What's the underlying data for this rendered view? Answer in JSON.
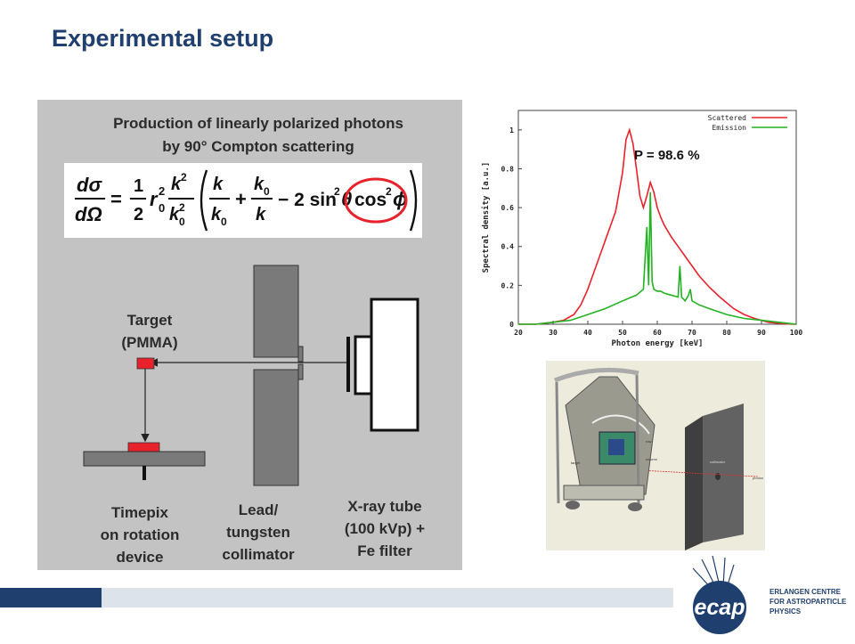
{
  "slide": {
    "title": "Experimental setup"
  },
  "panel": {
    "title_line1": "Production of linearly polarized photons",
    "title_line2": "by 90° Compton scattering",
    "target_label_1": "Target",
    "target_label_2": "(PMMA)",
    "timepix_label_1": "Timepix",
    "timepix_label_2": "on rotation",
    "timepix_label_3": "device",
    "collimator_label_1": "Lead/",
    "collimator_label_2": "tungsten",
    "collimator_label_3": "collimator",
    "tube_label_1": "X-ray tube",
    "tube_label_2": "(100 kVp) +",
    "tube_label_3": "Fe filter"
  },
  "formula": {
    "lhs_num": "dσ",
    "lhs_den": "dΩ",
    "half_num": "1",
    "half_den": "2",
    "r0": "r",
    "r0_sub": "0",
    "sq": "2",
    "k": "k",
    "k0": "k",
    "k0_sub": "0",
    "sin_term": "− 2 sin",
    "theta": "θ",
    "cos_term": "cos",
    "phi": "ϕ",
    "eq": "=",
    "plus": "+",
    "mul_sq": "2",
    "sin_sq": "2",
    "cos_sq": "2",
    "highlight_color": "#e8222b"
  },
  "polarization": {
    "label": "P = 98.6 %"
  },
  "chart_data": {
    "type": "line",
    "title": "",
    "xlabel": "Photon energy [keV]",
    "ylabel": "Spectral density [a.u.]",
    "xlim": [
      20,
      100
    ],
    "ylim": [
      0,
      1.1
    ],
    "x_ticks": [
      "20",
      "30",
      "40",
      "50",
      "60",
      "70",
      "80",
      "90",
      "100"
    ],
    "y_ticks": [
      "0",
      "0.2",
      "0.4",
      "0.6",
      "0.8",
      "1"
    ],
    "legend_position": "top-right",
    "series": [
      {
        "name": "Scattered",
        "color": "#e8222b",
        "x": [
          20,
          25,
          30,
          33,
          36,
          38,
          40,
          42,
          44,
          46,
          48,
          50,
          51,
          52,
          53,
          54,
          55,
          56,
          57,
          58,
          59,
          60,
          61,
          62,
          64,
          66,
          68,
          70,
          72,
          75,
          78,
          80,
          82,
          85,
          88,
          90,
          92,
          95,
          97,
          100
        ],
        "y": [
          0.0,
          0.0,
          0.01,
          0.02,
          0.05,
          0.1,
          0.18,
          0.28,
          0.38,
          0.48,
          0.58,
          0.78,
          0.95,
          1.0,
          0.93,
          0.8,
          0.66,
          0.6,
          0.66,
          0.73,
          0.68,
          0.6,
          0.55,
          0.51,
          0.45,
          0.4,
          0.35,
          0.3,
          0.25,
          0.19,
          0.14,
          0.11,
          0.08,
          0.05,
          0.03,
          0.02,
          0.01,
          0.005,
          0.002,
          0.0
        ]
      },
      {
        "name": "Emission",
        "color": "#22b222",
        "x": [
          20,
          25,
          30,
          35,
          40,
          45,
          50,
          54,
          56,
          57,
          57.5,
          58,
          58.5,
          59,
          60,
          61,
          62,
          64,
          66,
          66.5,
          67,
          67.5,
          68,
          69,
          69.5,
          70,
          72,
          75,
          80,
          85,
          90,
          95,
          100
        ],
        "y": [
          0.0,
          0.0,
          0.01,
          0.02,
          0.05,
          0.08,
          0.12,
          0.15,
          0.18,
          0.5,
          0.2,
          0.68,
          0.22,
          0.18,
          0.17,
          0.17,
          0.16,
          0.15,
          0.14,
          0.3,
          0.14,
          0.13,
          0.12,
          0.15,
          0.18,
          0.12,
          0.1,
          0.08,
          0.05,
          0.03,
          0.02,
          0.01,
          0.0
        ]
      }
    ]
  },
  "logo": {
    "mark_text": "ecap",
    "line1": "ERLANGEN CENTRE",
    "line2": "FOR ASTROPARTICLE",
    "line3": "PHYSICS",
    "color": "#1f3f6e"
  },
  "photo": {
    "label_target": "target",
    "label_photon": "photon",
    "label_collimator": "collimator",
    "label_row": "row",
    "label_column": "column"
  }
}
